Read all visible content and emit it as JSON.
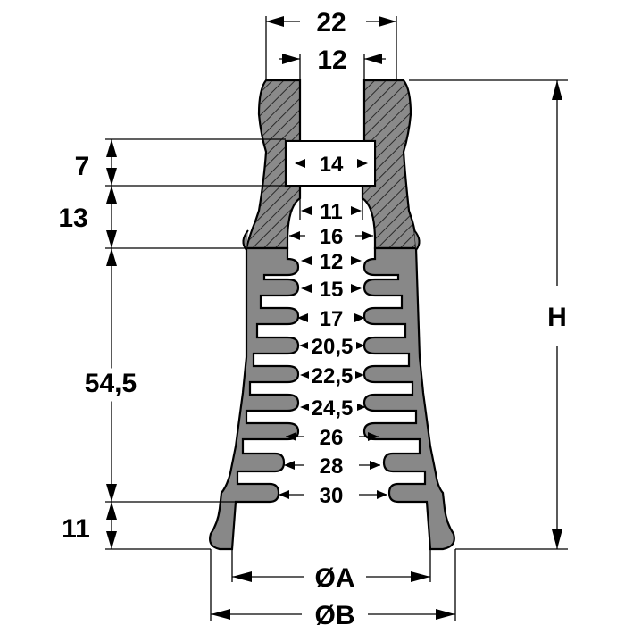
{
  "diagram": {
    "top_dims": {
      "outer": "22",
      "inner": "12"
    },
    "left_dims": {
      "a": "7",
      "b": "13",
      "c": "54,5",
      "d": "11"
    },
    "height_label": "H",
    "inner_dims": [
      "14",
      "11",
      "16",
      "12",
      "15",
      "17",
      "20,5",
      "22,5",
      "24,5",
      "26",
      "28",
      "30"
    ],
    "bottom_dims": {
      "a": "ØA",
      "b": "ØB"
    },
    "colors": {
      "fill": "#888888",
      "line": "#000000",
      "background": "#ffffff"
    }
  }
}
